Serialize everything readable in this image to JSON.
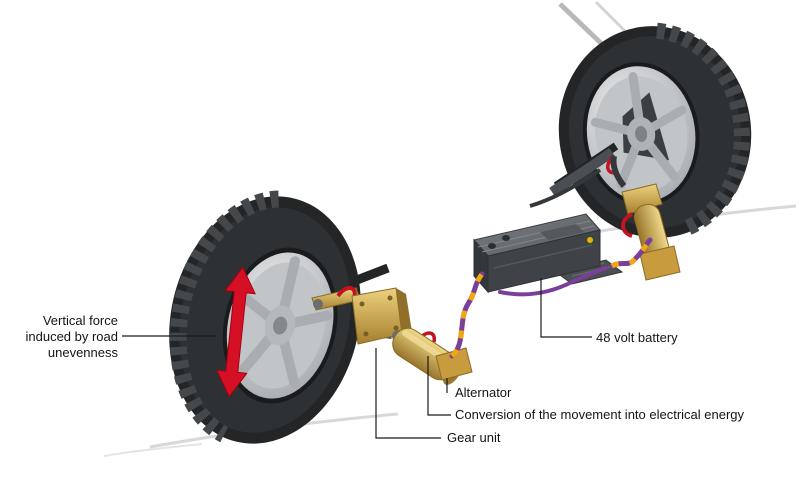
{
  "diagram": {
    "labels": {
      "vertical_force": {
        "line1": "Vertical force",
        "line2": "induced by road",
        "line3": "unevenness"
      },
      "battery": "48 volt battery",
      "alternator": "Alternator",
      "conversion": "Conversion of the movement into electrical energy",
      "gear_unit": "Gear unit"
    },
    "colors": {
      "arrow_red": "#d61024",
      "component_gold": "#c79b3e",
      "cable_purple": "#7a3f98",
      "cable_yellow": "#f2a70f",
      "battery_gray": "#3f4347",
      "leader": "#1a1a1a"
    }
  }
}
